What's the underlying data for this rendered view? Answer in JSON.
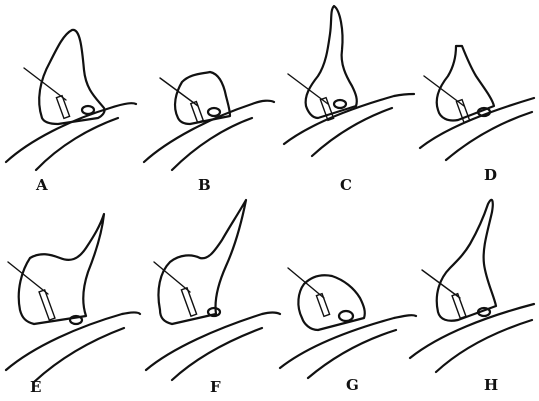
{
  "figure": {
    "panels": [
      {
        "id": "A",
        "label": "A",
        "tip_shape": "rounded-peak"
      },
      {
        "id": "B",
        "label": "B",
        "tip_shape": "low-rounded"
      },
      {
        "id": "C",
        "label": "C",
        "tip_shape": "tall-curved-spine"
      },
      {
        "id": "D",
        "label": "D",
        "tip_shape": "tall-flat-top"
      },
      {
        "id": "E",
        "label": "E",
        "tip_shape": "long-pointed-right"
      },
      {
        "id": "F",
        "label": "F",
        "tip_shape": "long-pointed-steep"
      },
      {
        "id": "G",
        "label": "G",
        "tip_shape": "low-dome"
      },
      {
        "id": "H",
        "label": "H",
        "tip_shape": "tall-curved-peak"
      }
    ]
  }
}
